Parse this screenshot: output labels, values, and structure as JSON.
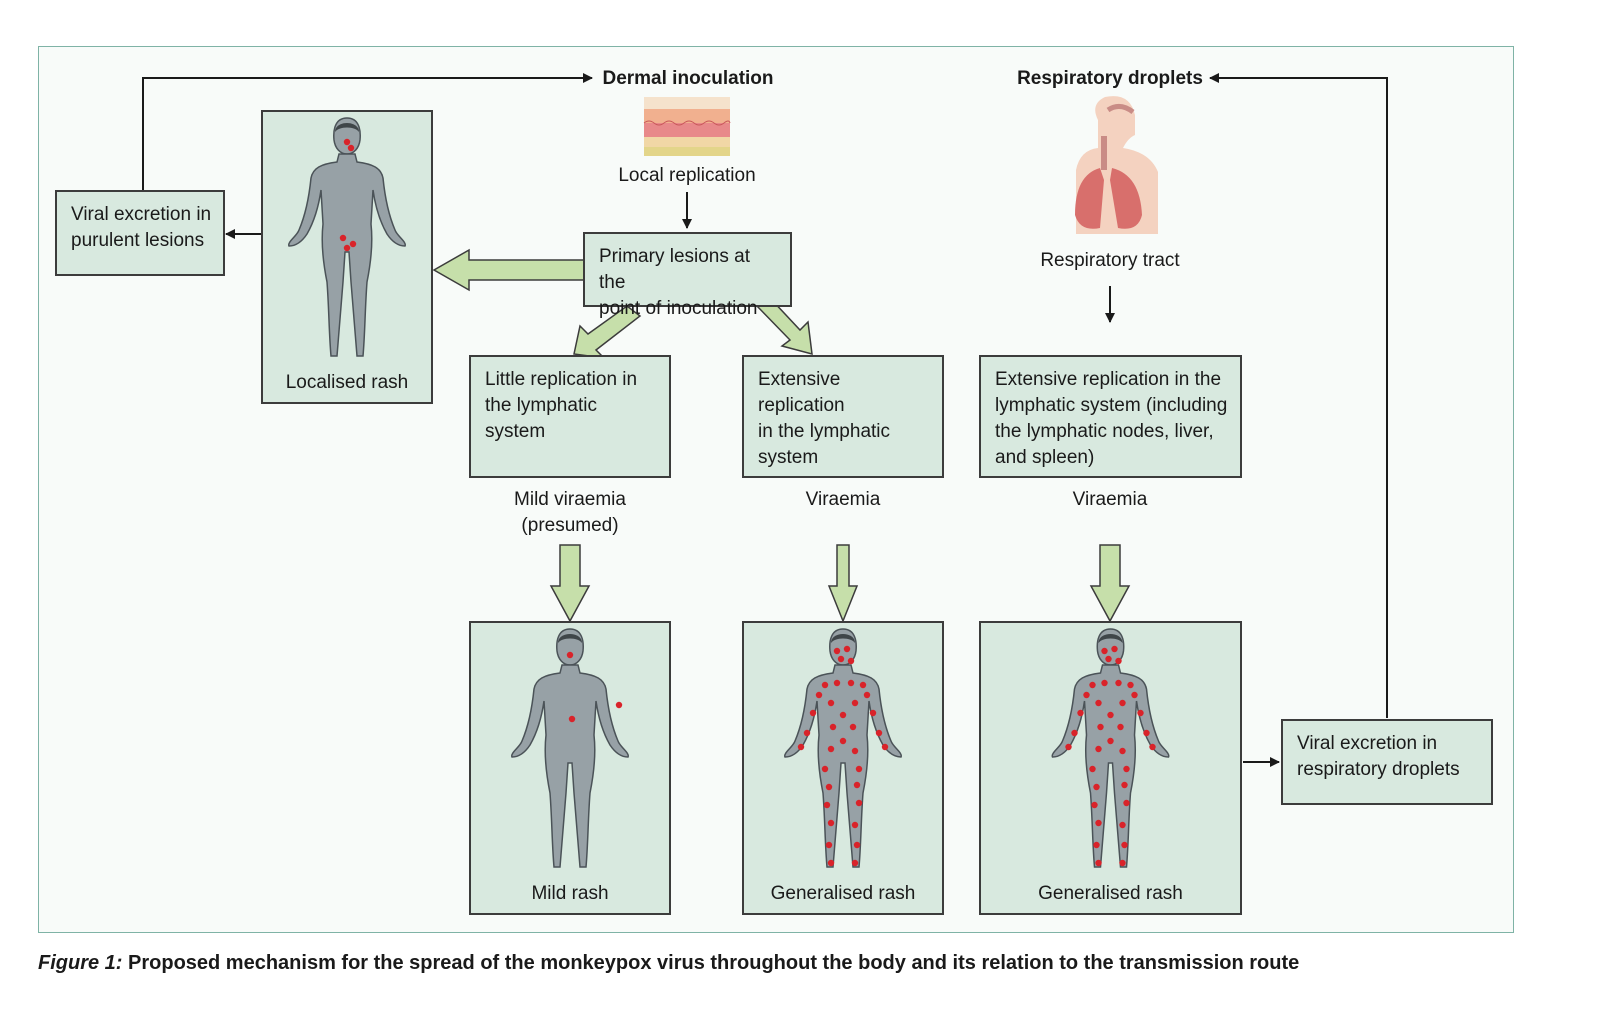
{
  "top_labels": {
    "dermal_inoculation": "Dermal inoculation",
    "respiratory_droplets": "Respiratory droplets",
    "local_replication": "Local replication",
    "respiratory_tract": "Respiratory tract"
  },
  "boxes": {
    "viral_excretion_lesions": "Viral excretion in\npurulent lesions",
    "primary_lesions": "Primary lesions at the\npoint of inoculation",
    "little_replication": "Little replication in\nthe lymphatic\nsystem",
    "extensive_replication_mid": "Extensive replication\nin the lymphatic\nsystem",
    "extensive_replication_right": "Extensive replication in the\nlymphatic system (including\nthe lymphatic nodes, liver,\nand spleen)",
    "viral_excretion_droplets": "Viral excretion in\nrespiratory droplets"
  },
  "viraemia_labels": {
    "mild": "Mild viraemia\n(presumed)",
    "mid": "Viraemia",
    "right": "Viraemia"
  },
  "rash_labels": {
    "localised": "Localised  rash",
    "mild": "Mild  rash",
    "generalised_mid": "Generalised rash",
    "generalised_right": "Generalised rash"
  },
  "caption": {
    "figure_number": "Figure 1:",
    "text": " Proposed mechanism for the spread of the monkeypox virus throughout the body and its relation to the transmission route"
  },
  "colors": {
    "box_fill": "#d8e9df",
    "arrow_fill": "#c6dfaa",
    "rash_dot": "#d9232a",
    "body_fill": "#97a1a6",
    "frame_border": "#7fb3a6"
  }
}
